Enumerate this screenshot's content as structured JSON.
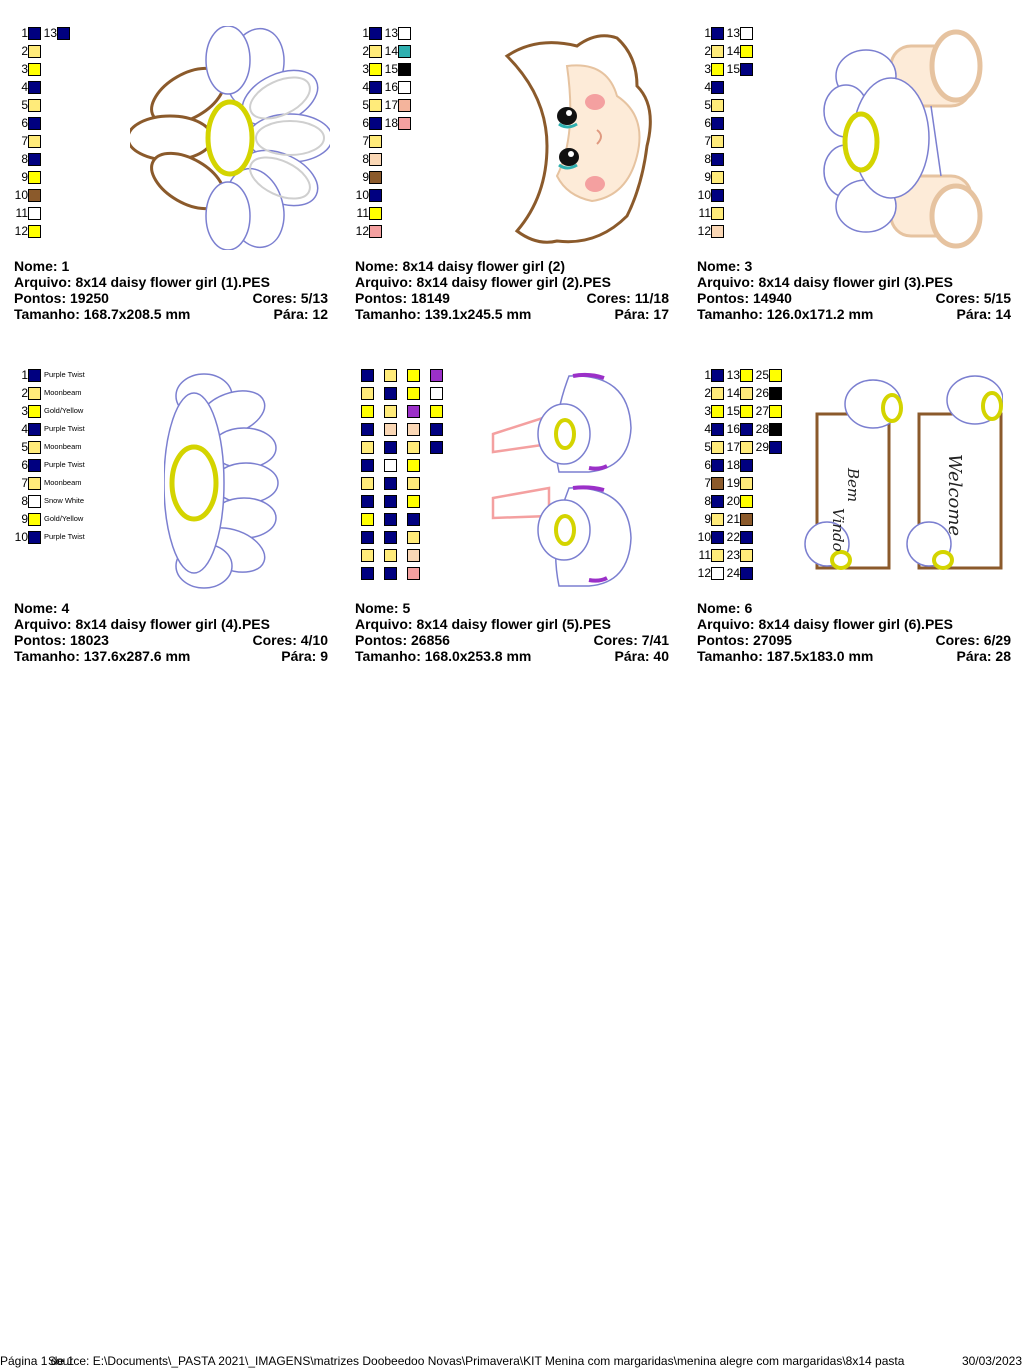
{
  "designs": [
    {
      "nome": "Nome: 1",
      "arquivo": "Arquivo: 8x14 daisy flower girl (1).PES",
      "pontos": "Pontos: 19250",
      "cores": "Cores: 5/13",
      "tamanho": "Tamanho: 168.7x208.5 mm",
      "para": "Pára: 12",
      "colors": [
        {
          "n": "1",
          "c": "#000080"
        },
        {
          "n": "2",
          "c": "#FFEB7A"
        },
        {
          "n": "3",
          "c": "#FFFF00"
        },
        {
          "n": "4",
          "c": "#000080"
        },
        {
          "n": "5",
          "c": "#FFEB7A"
        },
        {
          "n": "6",
          "c": "#000080"
        },
        {
          "n": "7",
          "c": "#FFEB7A"
        },
        {
          "n": "8",
          "c": "#000080"
        },
        {
          "n": "9",
          "c": "#FFFF00"
        },
        {
          "n": "10",
          "c": "#8B5A2B"
        },
        {
          "n": "11",
          "c": "#FFFFFF"
        },
        {
          "n": "12",
          "c": "#FFFF00"
        },
        {
          "n": "13",
          "c": "#000080"
        }
      ]
    },
    {
      "nome": "Nome: 8x14 daisy flower girl (2)",
      "arquivo": "Arquivo: 8x14 daisy flower girl (2).PES",
      "pontos": "Pontos: 18149",
      "cores": "Cores: 11/18",
      "tamanho": "Tamanho: 139.1x245.5 mm",
      "para": "Pára: 17",
      "colors": [
        {
          "n": "1",
          "c": "#000080"
        },
        {
          "n": "2",
          "c": "#FFEB7A"
        },
        {
          "n": "3",
          "c": "#FFFF00"
        },
        {
          "n": "4",
          "c": "#000080"
        },
        {
          "n": "5",
          "c": "#FFEB7A"
        },
        {
          "n": "6",
          "c": "#000080"
        },
        {
          "n": "7",
          "c": "#FFEB7A"
        },
        {
          "n": "8",
          "c": "#FAD7B5"
        },
        {
          "n": "9",
          "c": "#8B5A2B"
        },
        {
          "n": "10",
          "c": "#000080"
        },
        {
          "n": "11",
          "c": "#FFFF00"
        },
        {
          "n": "12",
          "c": "#F4A0A0"
        },
        {
          "n": "13",
          "c": "#FFFFFF"
        },
        {
          "n": "14",
          "c": "#2FB0B0"
        },
        {
          "n": "15",
          "c": "#000000"
        },
        {
          "n": "16",
          "c": "#FFFFFF"
        },
        {
          "n": "17",
          "c": "#F4B49C"
        },
        {
          "n": "18",
          "c": "#F4A0A0"
        }
      ]
    },
    {
      "nome": "Nome: 3",
      "arquivo": "Arquivo: 8x14 daisy flower girl (3).PES",
      "pontos": "Pontos: 14940",
      "cores": "Cores: 5/15",
      "tamanho": "Tamanho: 126.0x171.2 mm",
      "para": "Pára: 14",
      "colors": [
        {
          "n": "1",
          "c": "#000080"
        },
        {
          "n": "2",
          "c": "#FFEB7A"
        },
        {
          "n": "3",
          "c": "#FFFF00"
        },
        {
          "n": "4",
          "c": "#000080"
        },
        {
          "n": "5",
          "c": "#FFEB7A"
        },
        {
          "n": "6",
          "c": "#000080"
        },
        {
          "n": "7",
          "c": "#FFEB7A"
        },
        {
          "n": "8",
          "c": "#000080"
        },
        {
          "n": "9",
          "c": "#FFEB7A"
        },
        {
          "n": "10",
          "c": "#000080"
        },
        {
          "n": "11",
          "c": "#FFEB7A"
        },
        {
          "n": "12",
          "c": "#FAD7B5"
        },
        {
          "n": "13",
          "c": "#FFFFFF"
        },
        {
          "n": "14",
          "c": "#FFFF00"
        },
        {
          "n": "15",
          "c": "#000080"
        }
      ]
    },
    {
      "nome": "Nome: 4",
      "arquivo": "Arquivo: 8x14 daisy flower girl (4).PES",
      "pontos": "Pontos: 18023",
      "cores": "Cores: 4/10",
      "tamanho": "Tamanho: 137.6x287.6 mm",
      "para": "Pára: 9",
      "colors": [
        {
          "n": "1",
          "c": "#000080",
          "name": "Purple Twist"
        },
        {
          "n": "2",
          "c": "#FFEB7A",
          "name": "Moonbeam"
        },
        {
          "n": "3",
          "c": "#FFFF00",
          "name": "Gold/Yellow"
        },
        {
          "n": "4",
          "c": "#000080",
          "name": "Purple Twist"
        },
        {
          "n": "5",
          "c": "#FFEB7A",
          "name": "Moonbeam"
        },
        {
          "n": "6",
          "c": "#000080",
          "name": "Purple Twist"
        },
        {
          "n": "7",
          "c": "#FFEB7A",
          "name": "Moonbeam"
        },
        {
          "n": "8",
          "c": "#FFFFFF",
          "name": "Snow White"
        },
        {
          "n": "9",
          "c": "#FFFF00",
          "name": "Gold/Yellow"
        },
        {
          "n": "10",
          "c": "#000080",
          "name": "Purple Twist"
        }
      ]
    },
    {
      "nome": "Nome: 5",
      "arquivo": "Arquivo: 8x14 daisy flower girl (5).PES",
      "pontos": "Pontos: 26856",
      "cores": "Cores: 7/41",
      "tamanho": "Tamanho: 168.0x253.8 mm",
      "para": "Pára: 40",
      "colors": [
        {
          "c": "#000080"
        },
        {
          "c": "#FFEB7A"
        },
        {
          "c": "#FFFF00"
        },
        {
          "c": "#000080"
        },
        {
          "c": "#FFEB7A"
        },
        {
          "c": "#000080"
        },
        {
          "c": "#FFEB7A"
        },
        {
          "c": "#000080"
        },
        {
          "c": "#FFFF00"
        },
        {
          "c": "#000080"
        },
        {
          "c": "#FFEB7A"
        },
        {
          "c": "#000080"
        },
        {
          "c": "#FFEB7A"
        },
        {
          "c": "#000080"
        },
        {
          "c": "#FFEB7A"
        },
        {
          "c": "#FAD7B5"
        },
        {
          "c": "#000080"
        },
        {
          "c": "#FFFFFF"
        },
        {
          "c": "#000080"
        },
        {
          "c": "#000080"
        },
        {
          "c": "#000080"
        },
        {
          "c": "#000080"
        },
        {
          "c": "#FFEB7A"
        },
        {
          "c": "#000080"
        },
        {
          "c": "#FFFF00"
        },
        {
          "c": "#FFFF00"
        },
        {
          "c": "#9B30C8"
        },
        {
          "c": "#FAD7B5"
        },
        {
          "c": "#FFEB7A"
        },
        {
          "c": "#FFFF00"
        },
        {
          "c": "#FFEB7A"
        },
        {
          "c": "#FFFF00"
        },
        {
          "c": "#000080"
        },
        {
          "c": "#FFEB7A"
        },
        {
          "c": "#FAD7B5"
        },
        {
          "c": "#F4A0A0"
        },
        {
          "c": "#9B30C8"
        },
        {
          "c": "#FFFFFF"
        },
        {
          "c": "#FFFF00"
        },
        {
          "c": "#000080"
        },
        {
          "c": "#000080"
        }
      ]
    },
    {
      "nome": "Nome: 6",
      "arquivo": "Arquivo: 8x14 daisy flower girl (6).PES",
      "pontos": "Pontos: 27095",
      "cores": "Cores: 6/29",
      "tamanho": "Tamanho: 187.5x183.0 mm",
      "para": "Pára: 28",
      "sign_texts": [
        "Bem",
        "Vindo",
        "Welcome"
      ],
      "colors": [
        {
          "n": "1",
          "c": "#000080"
        },
        {
          "n": "2",
          "c": "#FFEB7A"
        },
        {
          "n": "3",
          "c": "#FFFF00"
        },
        {
          "n": "4",
          "c": "#000080"
        },
        {
          "n": "5",
          "c": "#FFEB7A"
        },
        {
          "n": "6",
          "c": "#000080"
        },
        {
          "n": "7",
          "c": "#8B5A2B"
        },
        {
          "n": "8",
          "c": "#000080"
        },
        {
          "n": "9",
          "c": "#FFEB7A"
        },
        {
          "n": "10",
          "c": "#000080"
        },
        {
          "n": "11",
          "c": "#FFEB7A"
        },
        {
          "n": "12",
          "c": "#FFFFFF"
        },
        {
          "n": "13",
          "c": "#FFFF00"
        },
        {
          "n": "14",
          "c": "#FFEB7A"
        },
        {
          "n": "15",
          "c": "#FFFF00"
        },
        {
          "n": "16",
          "c": "#000080"
        },
        {
          "n": "17",
          "c": "#FFEB7A"
        },
        {
          "n": "18",
          "c": "#000080"
        },
        {
          "n": "19",
          "c": "#FFEB7A"
        },
        {
          "n": "20",
          "c": "#FFFF00"
        },
        {
          "n": "21",
          "c": "#8B5A2B"
        },
        {
          "n": "22",
          "c": "#000080"
        },
        {
          "n": "23",
          "c": "#FFEB7A"
        },
        {
          "n": "24",
          "c": "#000080"
        },
        {
          "n": "25",
          "c": "#FFFF00"
        },
        {
          "n": "26",
          "c": "#000000"
        },
        {
          "n": "27",
          "c": "#FFFF00"
        },
        {
          "n": "28",
          "c": "#000000"
        },
        {
          "n": "29",
          "c": "#000080"
        }
      ]
    }
  ],
  "footer": {
    "page": "Página 1 de 1",
    "source": "Source: E:\\Documents\\_PASTA 2021\\_IMAGENS\\matrizes Doobeedoo Novas\\Primavera\\KIT Menina com margaridas\\menina alegre com margaridas\\8x14 pasta",
    "date": "30/03/2023"
  }
}
